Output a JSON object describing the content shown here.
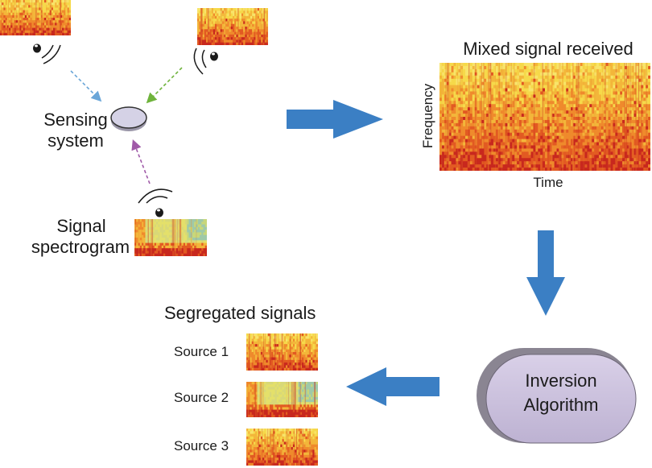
{
  "sensing_label": [
    "Sensing",
    "system"
  ],
  "signal_label": [
    "Signal",
    "spectrogram"
  ],
  "mixed_title": "Mixed signal received",
  "axis_y": "Frequency",
  "axis_x": "Time",
  "inversion_label": [
    "Inversion",
    "Algorithm"
  ],
  "segregated_title": "Segregated signals",
  "sources": [
    "Source 1",
    "Source 2",
    "Source 3"
  ],
  "colors": {
    "arrow_blue": "#3b7fc4",
    "dash_blue": "#6aa6d8",
    "dash_green": "#6fb33c",
    "dash_purple": "#a05aa8",
    "node_fill": "#d5d2e6",
    "pill_fill": "#c9bfdc",
    "pill_shadow": "#8a8592"
  }
}
